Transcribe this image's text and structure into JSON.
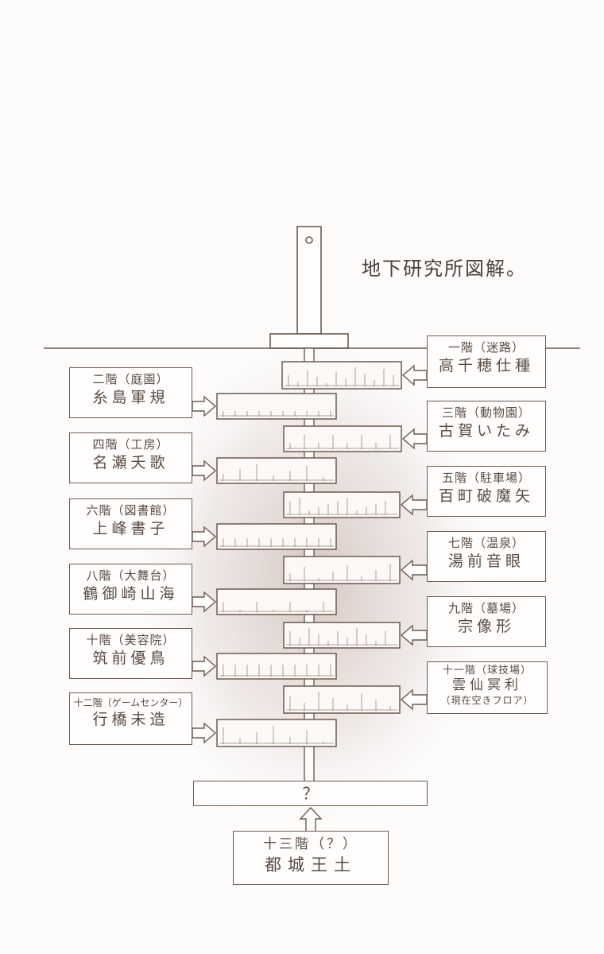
{
  "title": "地下研究所図解。",
  "floors": [
    {
      "floor": "一階（迷路）",
      "name": "高千穂仕種"
    },
    {
      "floor": "二階（庭園）",
      "name": "糸島軍規"
    },
    {
      "floor": "三階（動物園）",
      "name": "古賀いたみ"
    },
    {
      "floor": "四階（工房）",
      "name": "名瀬夭歌"
    },
    {
      "floor": "五階（駐車場）",
      "name": "百町破魔矢"
    },
    {
      "floor": "六階（図書館）",
      "name": "上峰書子"
    },
    {
      "floor": "七階（温泉）",
      "name": "湯前音眼"
    },
    {
      "floor": "八階（大舞台）",
      "name": "鶴御崎山海"
    },
    {
      "floor": "九階（墓場）",
      "name": "宗像形"
    },
    {
      "floor": "十階（美容院）",
      "name": "筑前優鳥"
    },
    {
      "floor": "十一階（球技場）",
      "name": "雲仙冥利",
      "note": "（現在空きフロア）"
    },
    {
      "floor": "十二階（ゲームセンター）",
      "name": "行橋未造"
    }
  ],
  "bottom_floor": {
    "floor": "十三階（？）",
    "name": "都城王土"
  },
  "unknown_label": "？",
  "colors": {
    "ink": "#6e5a4e",
    "paper": "#fdfcfb",
    "shade": "#cdbdb8"
  }
}
